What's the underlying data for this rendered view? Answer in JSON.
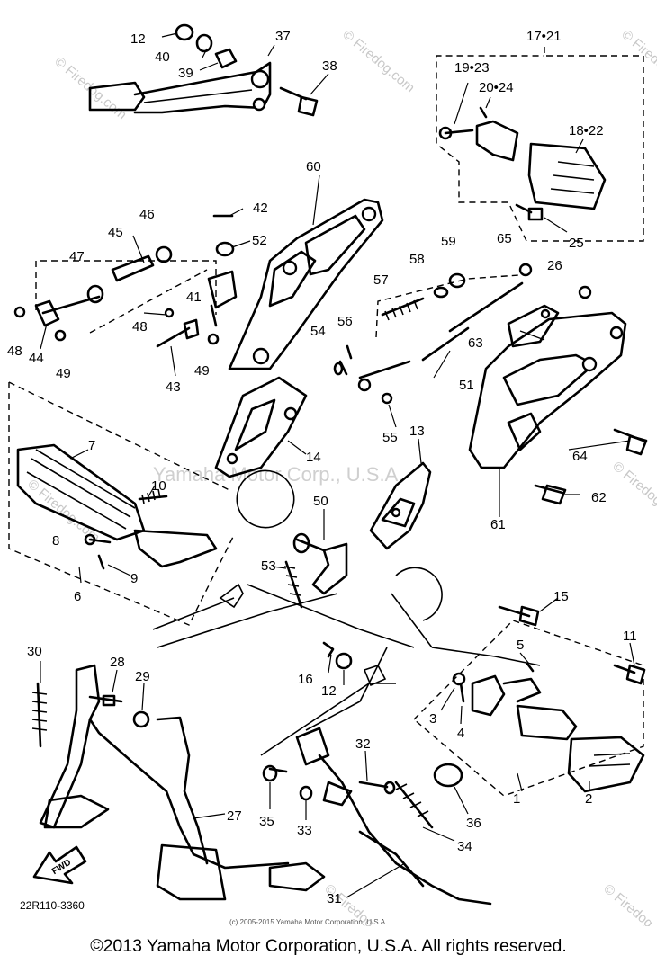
{
  "diagram": {
    "callouts": {
      "c1": "1",
      "c2": "2",
      "c3": "3",
      "c4": "4",
      "c5": "5",
      "c6": "6",
      "c7": "7",
      "c8": "8",
      "c9": "9",
      "c10": "10",
      "c11": "11",
      "c12a": "12",
      "c12b": "12",
      "c13": "13",
      "c14": "14",
      "c15": "15",
      "c16": "16",
      "c17_21": "17•21",
      "c18_22": "18•22",
      "c19_23": "19•23",
      "c20_24": "20•24",
      "c25": "25",
      "c26": "26",
      "c27": "27",
      "c28": "28",
      "c29": "29",
      "c30": "30",
      "c31": "31",
      "c32": "32",
      "c33": "33",
      "c34": "34",
      "c35": "35",
      "c36": "36",
      "c37": "37",
      "c38": "38",
      "c39": "39",
      "c40": "40",
      "c41": "41",
      "c42": "42",
      "c43": "43",
      "c44": "44",
      "c45": "45",
      "c46": "46",
      "c47": "47",
      "c48a": "48",
      "c48b": "48",
      "c49a": "49",
      "c49b": "49",
      "c50": "50",
      "c51": "51",
      "c52": "52",
      "c53": "53",
      "c54": "54",
      "c55": "55",
      "c56": "56",
      "c57": "57",
      "c58": "58",
      "c59": "59",
      "c60": "60",
      "c61": "61",
      "c62": "62",
      "c63": "63",
      "c64": "64",
      "c65": "65"
    },
    "fwd_arrow_label": "FWD",
    "diagram_code": "22R110-3360",
    "small_copyright": "(c) 2005-2015 Yamaha Motor Corporation, U.S.A.",
    "watermark_site": "© Firedog.com",
    "watermark_corp": "Yamaha Motor Corp., U.S.A."
  },
  "footer": {
    "copyright": "©2013 Yamaha Motor Corporation, U.S.A. All rights reserved."
  }
}
